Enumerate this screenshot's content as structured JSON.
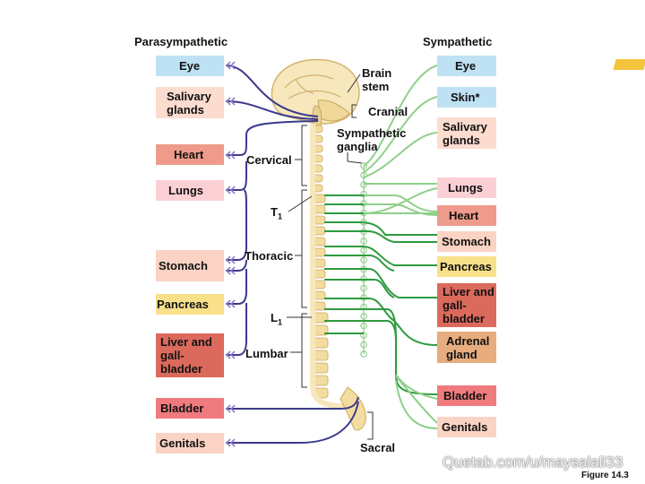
{
  "headings": {
    "parasympathetic": "Parasympathetic",
    "sympathetic": "Sympathetic"
  },
  "para_organs": [
    "Eye",
    "Salivary glands",
    "Heart",
    "Lungs",
    "Stomach",
    "Pancreas",
    "Liver and gall-bladder",
    "Bladder",
    "Genitals"
  ],
  "symp_organs": [
    "Eye",
    "Skin*",
    "Salivary glands",
    "Lungs",
    "Heart",
    "Stomach",
    "Pancreas",
    "Liver and gall-bladder",
    "Adrenal gland",
    "Bladder",
    "Genitals"
  ],
  "labels": {
    "brain_stem": "Brain stem",
    "cranial": "Cranial",
    "sympathetic_ganglia": "Sympathetic ganglia",
    "cervical": "Cervical",
    "t1": "T",
    "t1_sub": "1",
    "thoracic": "Thoracic",
    "l1": "L",
    "l1_sub": "1",
    "lumbar": "Lumbar",
    "sacral": "Sacral"
  },
  "watermark": "Quetab.com/u/maysalali33",
  "figure_label": "Figure 14.3",
  "colors": {
    "parasympathetic_fiber": "#3b3a8c",
    "sympathetic_preganglionic": "#2e9a3e",
    "sympathetic_postganglionic": "#8fd08a",
    "spinal_cord": "#f6e7bd",
    "vertebra": "#f3dca0"
  }
}
